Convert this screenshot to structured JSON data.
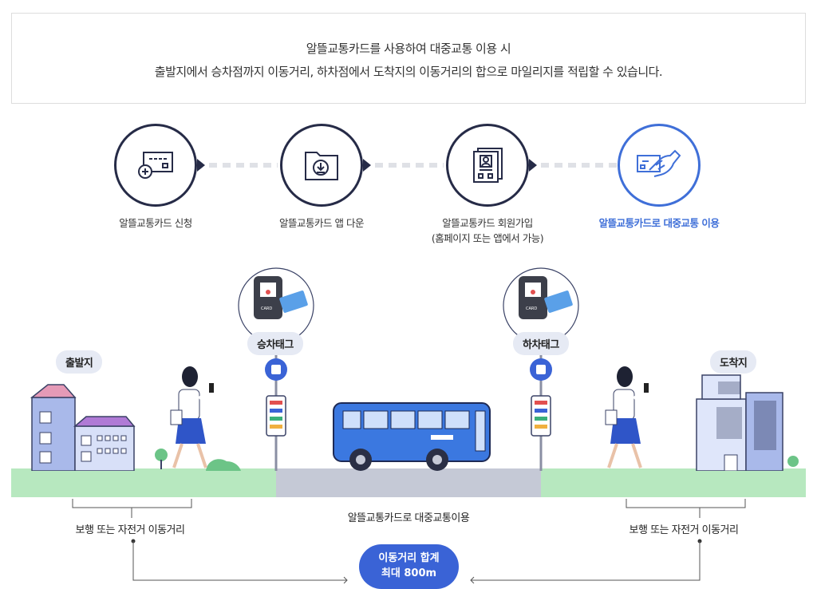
{
  "intro": {
    "line1": "알뜰교통카드를 사용하여 대중교통 이용 시",
    "line2": "출발지에서 승차점까지 이동거리, 하차점에서 도착지의 이동거리의 합으로 마일리지를 적립할 수 있습니다."
  },
  "steps": [
    {
      "label": "알뜰교통카드 신청",
      "icon": "card-add-icon"
    },
    {
      "label": "알뜰교통카드 앱 다운",
      "icon": "folder-download-icon"
    },
    {
      "label": "알뜰교통카드 회원가입",
      "sub": "(홈페이지 또는 앱에서 가능)",
      "icon": "id-document-icon"
    },
    {
      "label": "알뜰교통카드로 대중교통 이용",
      "icon": "hand-card-icon"
    }
  ],
  "illustration": {
    "origin": "출발지",
    "destination": "도착지",
    "board_tag": "승차태그",
    "alight_tag": "하차태그",
    "reader_card_text": "CARD",
    "transit_label": "알뜰교통카드로 대중교통이용",
    "walk_left": "보행 또는 자전거 이동거리",
    "walk_right": "보행 또는 자전거 이동거리",
    "total_line1": "이동거리 합계",
    "total_line2": "최대 800m"
  },
  "colors": {
    "accent": "#3f6fd8",
    "navy": "#262b47",
    "grass": "#b7e8bf",
    "road": "#c5c9d6",
    "bus": "#3b78e0"
  }
}
